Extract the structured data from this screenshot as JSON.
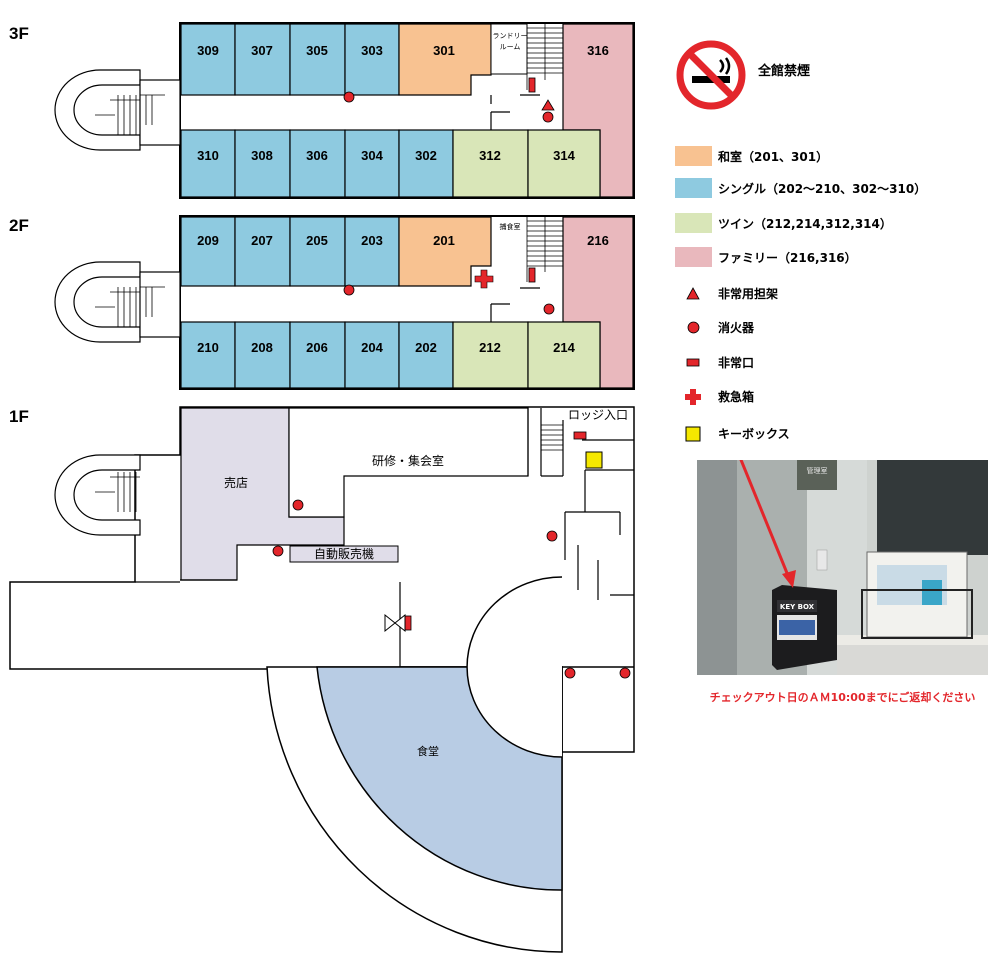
{
  "floors": {
    "f3": "3F",
    "f2": "2F",
    "f1": "1F"
  },
  "rooms3": {
    "r309": "309",
    "r307": "307",
    "r305": "305",
    "r303": "303",
    "r301": "301",
    "r316": "316",
    "r310": "310",
    "r308": "308",
    "r306": "306",
    "r304": "304",
    "r302": "302",
    "r312": "312",
    "r314": "314",
    "laundry1": "ランドリー",
    "laundry2": "ルーム"
  },
  "rooms2": {
    "r209": "209",
    "r207": "207",
    "r205": "205",
    "r203": "203",
    "r201": "201",
    "r216": "216",
    "r210": "210",
    "r208": "208",
    "r206": "206",
    "r204": "204",
    "r202": "202",
    "r212": "212",
    "r214": "214",
    "pantry": "捕食室"
  },
  "rooms1": {
    "shop": "売店",
    "seminar": "研修・集会室",
    "vending": "自動販売機",
    "dining": "食堂",
    "lodge_entrance": "ロッジ入口"
  },
  "legend": {
    "nosmoking": "全館禁煙",
    "washitsu": "和室（201、301）",
    "single": "シングル（202～210、302～310）",
    "twin": "ツイン（212,214,312,314）",
    "family": "ファミリー（216,316）",
    "stretcher": "非常用担架",
    "extinguisher": "消火器",
    "exit": "非常口",
    "firstaid": "救急箱",
    "keybox": "キーボックス"
  },
  "photo": {
    "box_label": "KEY BOX",
    "sign": "管理室",
    "caption": "チェックアウト日のＡＭ10:00までにご返却ください"
  },
  "colors": {
    "washitsu": "#f8c291",
    "single": "#8ecae0",
    "twin": "#d9e6b8",
    "family": "#e9b8bd",
    "shop": "#e0dde9",
    "dining": "#b8cce4",
    "red": "#e3262b",
    "key_yellow": "#f5e800"
  }
}
